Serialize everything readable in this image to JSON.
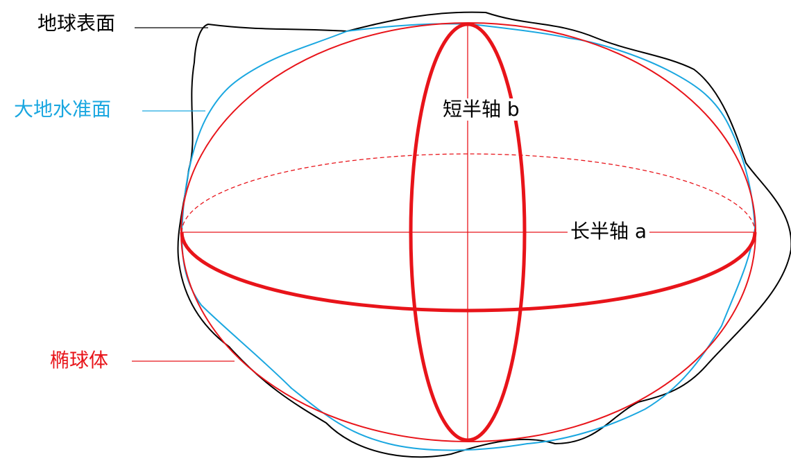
{
  "labels": {
    "earth_surface": "地球表面",
    "geoid": "大地水准面",
    "ellipsoid": "椭球体",
    "semi_minor_axis": "短半轴 b",
    "semi_major_axis": "长半轴 a"
  },
  "colors": {
    "earth_surface": "#000000",
    "geoid": "#1aa7e0",
    "ellipsoid": "#e8141a"
  }
}
